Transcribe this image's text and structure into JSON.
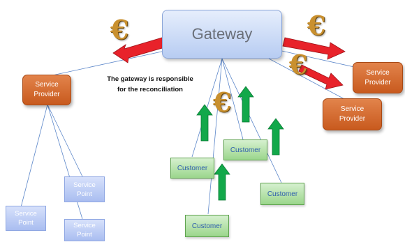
{
  "diagram": {
    "gateway_label": "Gateway",
    "note": "The gateway is responsible\nfor the reconciliation",
    "service_provider_label": "Service\nProvider",
    "service_point_label": "Service\nPoint",
    "customer_label": "Customer",
    "currency_symbol": "€",
    "colors": {
      "gateway": "#c8d8f6",
      "service_provider": "#d86d30",
      "service_point": "#bccbf4",
      "customer": "#b5e0a8",
      "outflow_arrow": "#e8222a",
      "inflow_arrow": "#12a84a",
      "currency": "#c9902e"
    }
  }
}
